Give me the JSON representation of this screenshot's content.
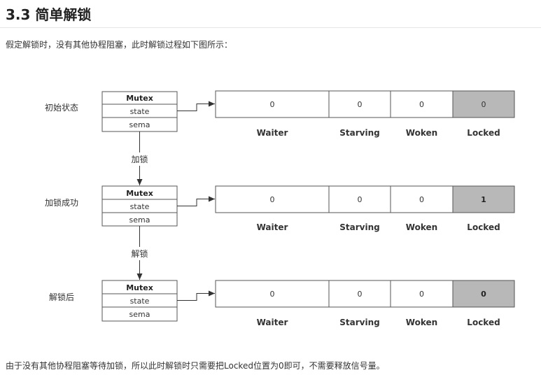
{
  "section": {
    "title": "3.3 简单解锁",
    "intro": "假定解锁时，没有其他协程阻塞，此时解锁过程如下图所示：",
    "outro": "由于没有其他协程阻塞等待加锁，所以此时解锁时只需要把Locked位置为0即可，不需要释放信号量。"
  },
  "diagram": {
    "struct_name": "Mutex",
    "struct_fields": [
      "state",
      "sema"
    ],
    "columns": [
      "Waiter",
      "Starving",
      "Woken",
      "Locked"
    ],
    "stages": [
      {
        "label": "初始状态",
        "values": [
          "0",
          "0",
          "0",
          "0"
        ]
      },
      {
        "label": "加锁成功",
        "values": [
          "0",
          "0",
          "0",
          "1"
        ]
      },
      {
        "label": "解锁后",
        "values": [
          "0",
          "0",
          "0",
          "0"
        ]
      }
    ],
    "transitions": [
      "加锁",
      "解锁"
    ],
    "colors": {
      "highlight_cell": "#b8b8b8",
      "border": "#555555"
    }
  }
}
